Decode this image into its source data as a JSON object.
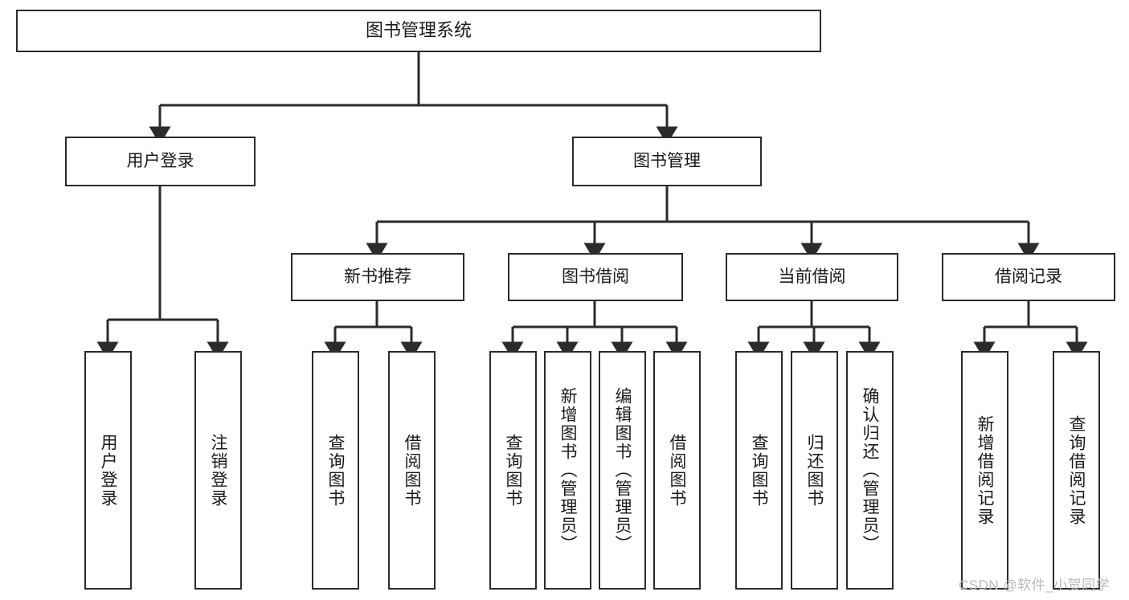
{
  "diagram": {
    "title": "图书管理系统",
    "type": "hierarchy-tree",
    "background": "#ffffff",
    "line_color": "#2b2b2b",
    "box_border": "#2b2b2b",
    "nodes": {
      "root": {
        "label": "图书管理系统"
      },
      "level2": [
        {
          "id": "user-login",
          "label": "用户登录"
        },
        {
          "id": "book-manage",
          "label": "图书管理"
        }
      ],
      "level3": [
        {
          "id": "new-book-recommend",
          "label": "新书推荐"
        },
        {
          "id": "book-borrow",
          "label": "图书借阅"
        },
        {
          "id": "current-borrow",
          "label": "当前借阅"
        },
        {
          "id": "borrow-record",
          "label": "借阅记录"
        }
      ],
      "leaves": {
        "user_login": [
          {
            "id": "leaf-user-login",
            "label": "用户登录"
          },
          {
            "id": "leaf-logout-login",
            "label": "注销登录"
          }
        ],
        "new_book_recommend": [
          {
            "id": "leaf-query-book-1",
            "label": "查询图书"
          },
          {
            "id": "leaf-borrow-book-1",
            "label": "借阅图书"
          }
        ],
        "book_borrow": [
          {
            "id": "leaf-query-book-2",
            "label": "查询图书"
          },
          {
            "id": "leaf-add-book",
            "label": "新增图书（管理员）"
          },
          {
            "id": "leaf-edit-book",
            "label": "编辑图书（管理员）"
          },
          {
            "id": "leaf-borrow-book-2",
            "label": "借阅图书"
          }
        ],
        "current_borrow": [
          {
            "id": "leaf-query-book-3",
            "label": "查询图书"
          },
          {
            "id": "leaf-return-book",
            "label": "归还图书"
          },
          {
            "id": "leaf-confirm-return",
            "label": "确认归还（管理员）"
          }
        ],
        "borrow_record": [
          {
            "id": "leaf-add-record",
            "label": "新增借阅记录"
          },
          {
            "id": "leaf-query-record",
            "label": "查询借阅记录"
          }
        ]
      }
    }
  },
  "watermark": {
    "text": "CSDN @软件_小贺同学",
    "color": "#b9b9b9"
  }
}
